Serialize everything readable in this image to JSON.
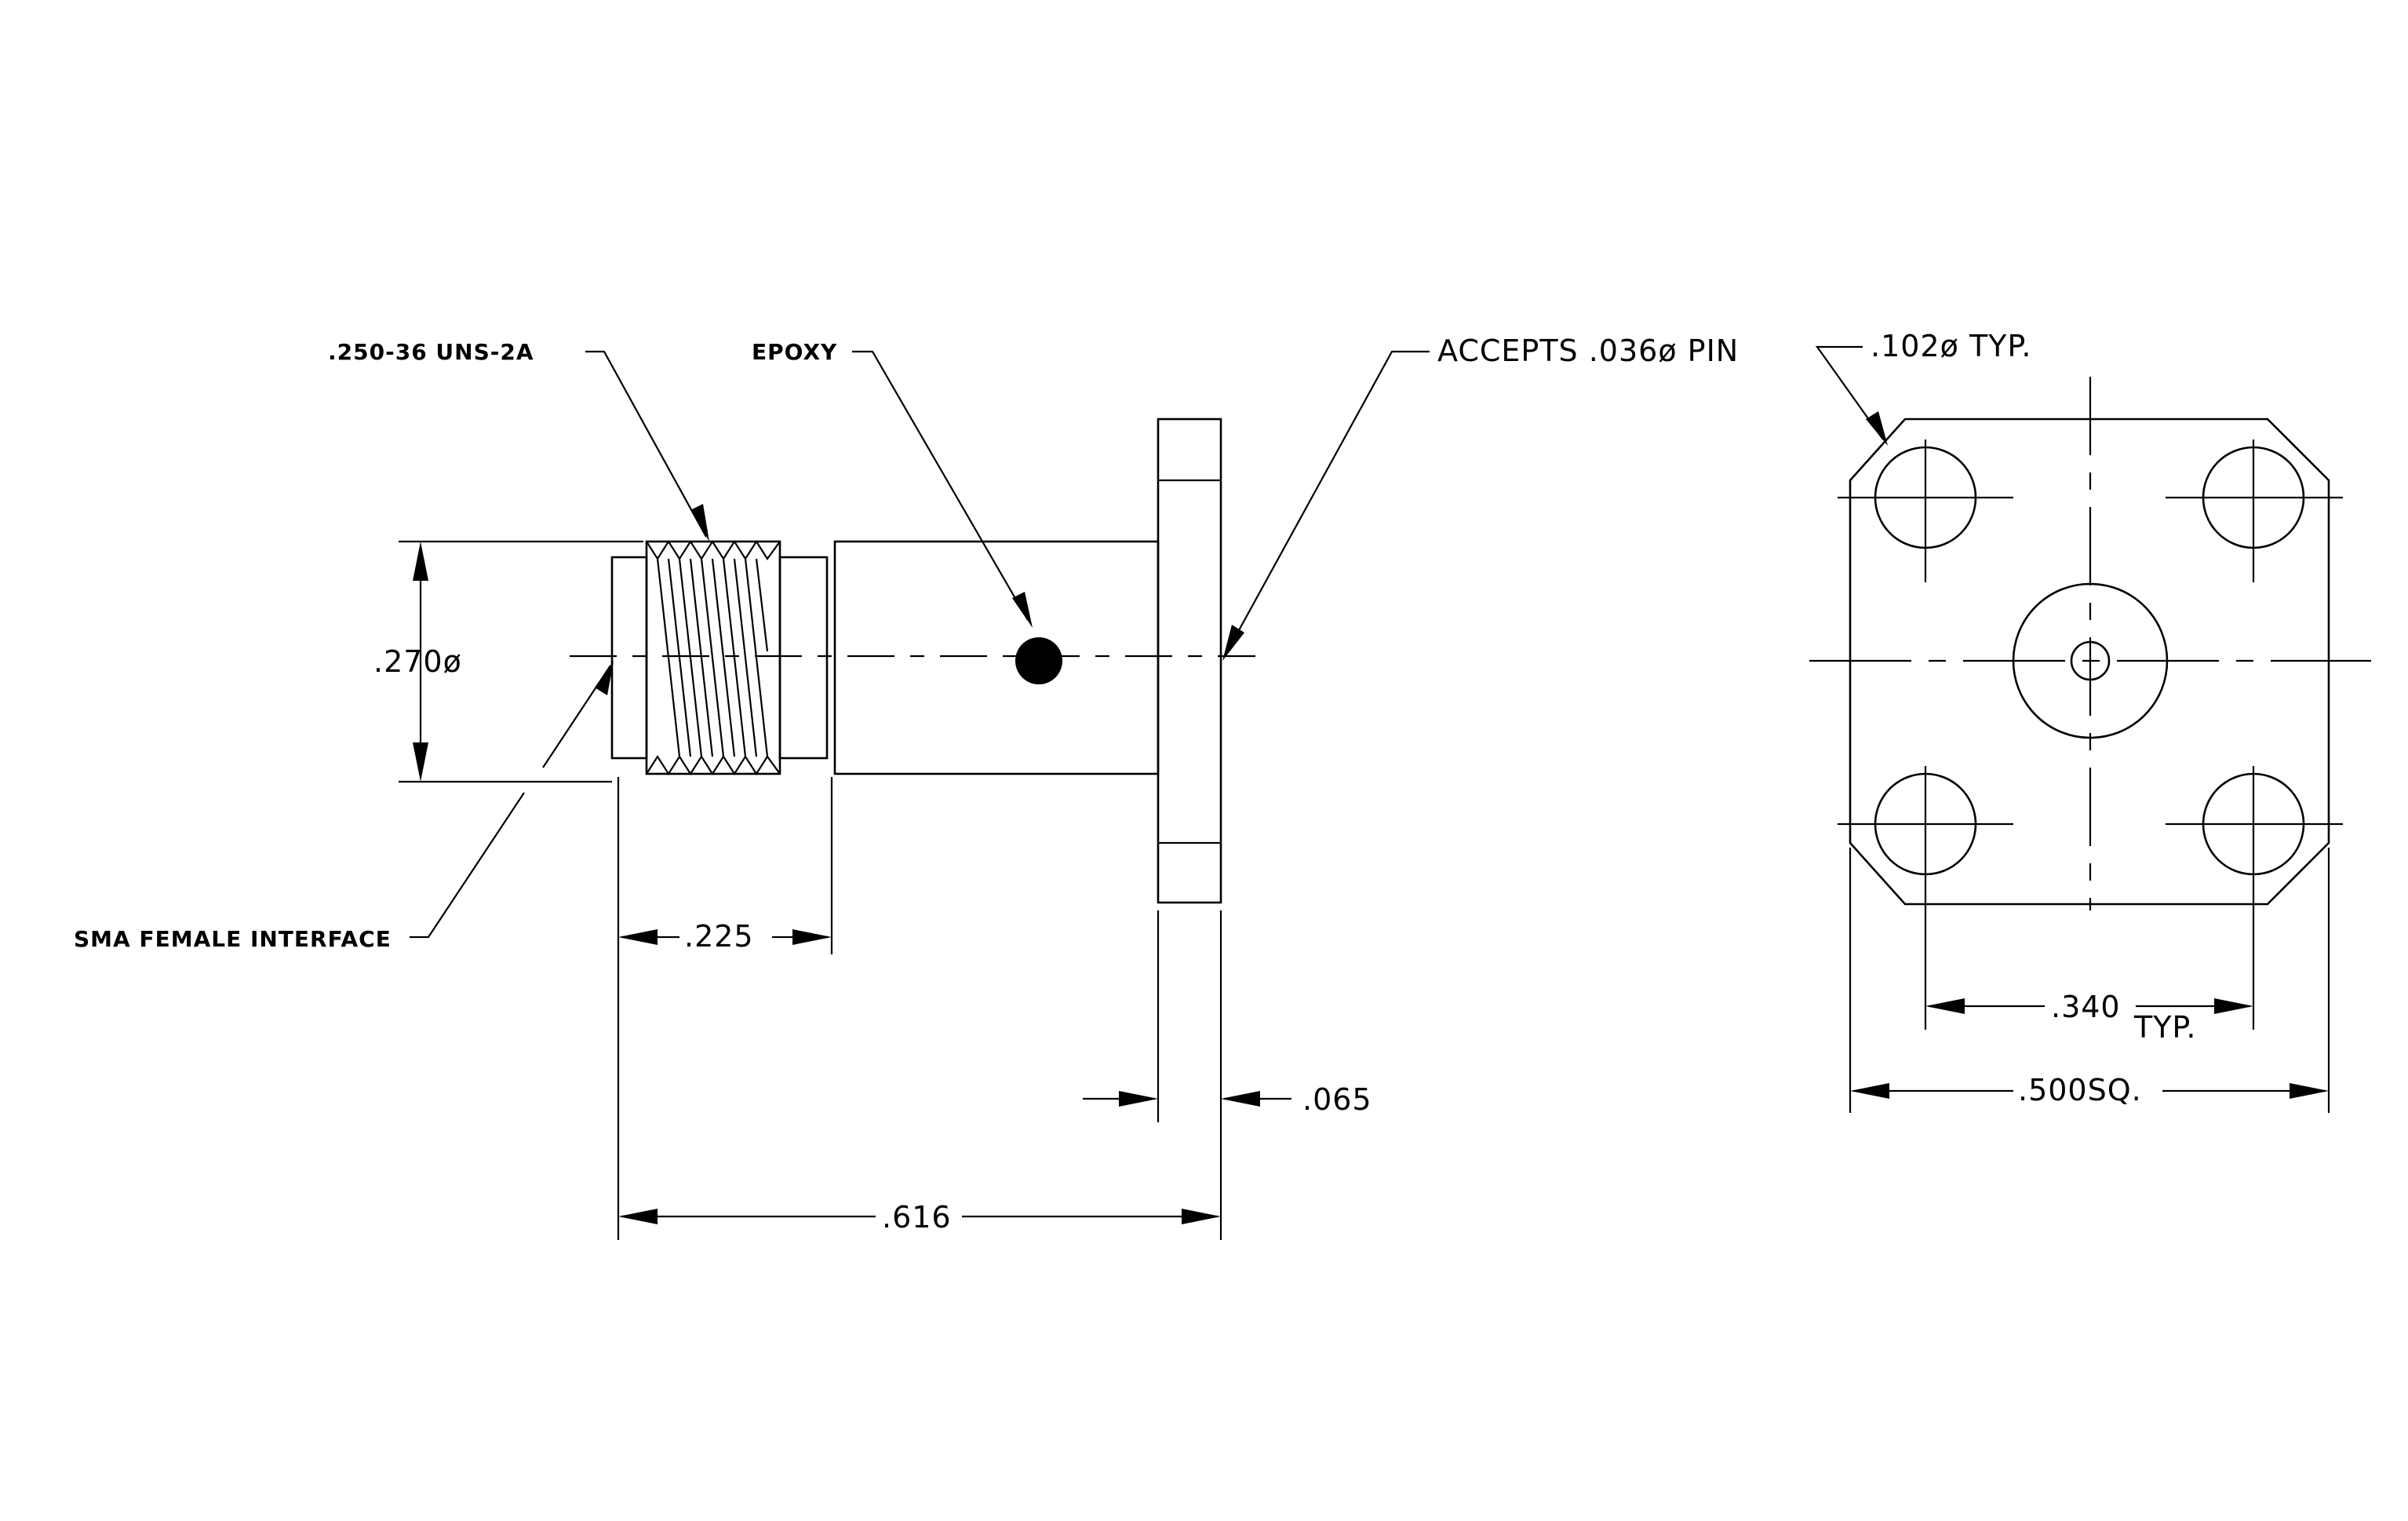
{
  "callouts": {
    "thread": ".250-36 UNS-2A",
    "epoxy": "EPOXY",
    "pin": "ACCEPTS .036ø PIN",
    "hole": ".102ø TYP.",
    "interface": "SMA FEMALE INTERFACE"
  },
  "dimensions": {
    "diameter": ".270ø",
    "thread_length": ".225",
    "flange_thickness": ".065",
    "overall_length": ".616",
    "hole_spacing": ".340",
    "hole_spacing_note": "TYP.",
    "flange_size": ".500SQ."
  }
}
